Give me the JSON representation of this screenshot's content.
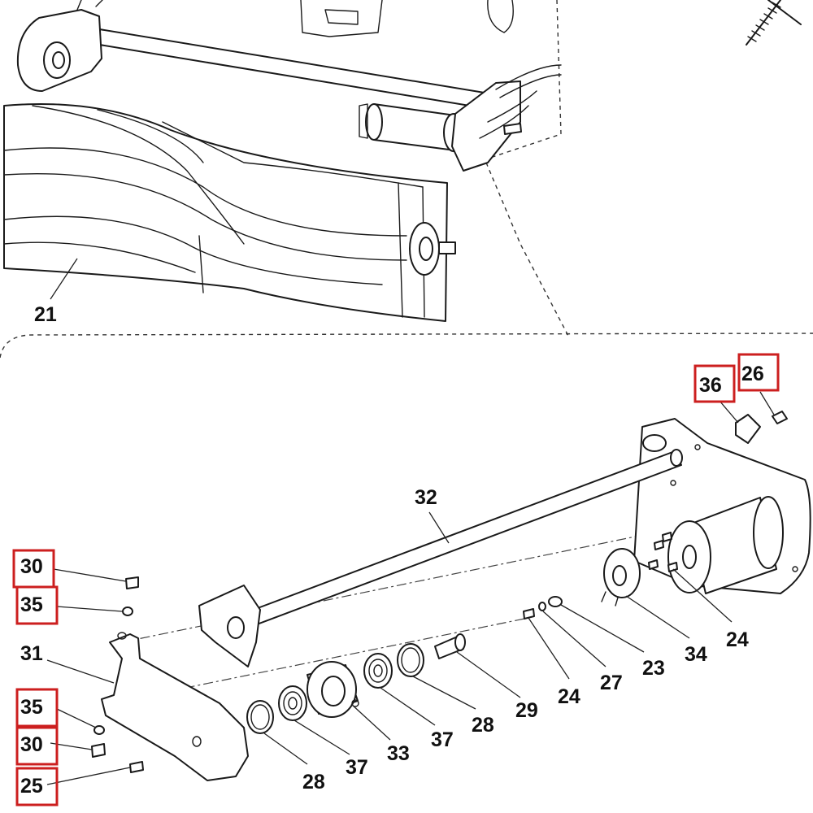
{
  "callouts": [
    {
      "id": "c21",
      "text": "21",
      "highlighted": false
    },
    {
      "id": "c36",
      "text": "36",
      "highlighted": true
    },
    {
      "id": "c26",
      "text": "26",
      "highlighted": true
    },
    {
      "id": "c32",
      "text": "32",
      "highlighted": false
    },
    {
      "id": "c30a",
      "text": "30",
      "highlighted": true
    },
    {
      "id": "c35a",
      "text": "35",
      "highlighted": true
    },
    {
      "id": "c31",
      "text": "31",
      "highlighted": false
    },
    {
      "id": "c35b",
      "text": "35",
      "highlighted": true
    },
    {
      "id": "c30b",
      "text": "30",
      "highlighted": true
    },
    {
      "id": "c25",
      "text": "25",
      "highlighted": true
    },
    {
      "id": "c28a",
      "text": "28",
      "highlighted": false
    },
    {
      "id": "c37a",
      "text": "37",
      "highlighted": false
    },
    {
      "id": "c33",
      "text": "33",
      "highlighted": false
    },
    {
      "id": "c37b",
      "text": "37",
      "highlighted": false
    },
    {
      "id": "c28b",
      "text": "28",
      "highlighted": false
    },
    {
      "id": "c29",
      "text": "29",
      "highlighted": false
    },
    {
      "id": "c24a",
      "text": "24",
      "highlighted": false
    },
    {
      "id": "c27",
      "text": "27",
      "highlighted": false
    },
    {
      "id": "c23",
      "text": "23",
      "highlighted": false
    },
    {
      "id": "c34",
      "text": "34",
      "highlighted": false
    },
    {
      "id": "c24b",
      "text": "24",
      "highlighted": false
    }
  ],
  "colors": {
    "highlight_box": "#cc1f1f",
    "line_art": "#1a1a1a",
    "background": "#ffffff"
  }
}
